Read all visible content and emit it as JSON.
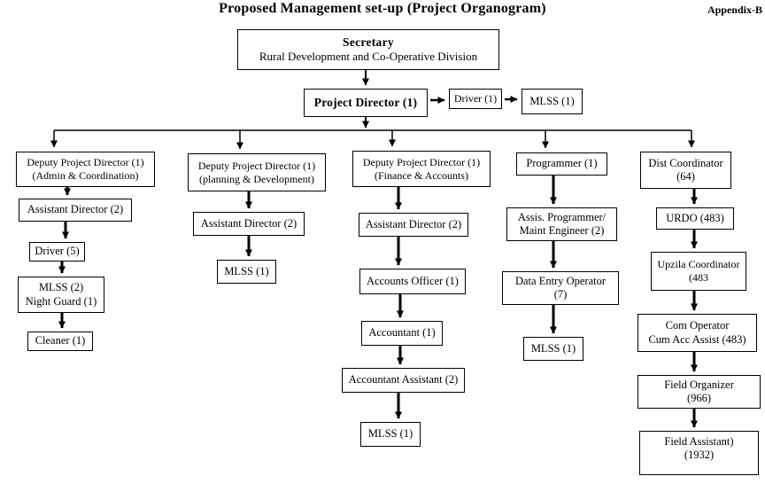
{
  "title": "Proposed Management set-up (Project Organogram)",
  "appendix_label": "Appendix-B",
  "colors": {
    "background": "#ffffff",
    "line": "#000000",
    "box_border": "#000000",
    "text": "#000000"
  },
  "nodes": {
    "secretary": {
      "line1": "Secretary",
      "line2": "Rural Development and Co-Operative Division"
    },
    "project_director": {
      "label": "Project Director (1)"
    },
    "pd_driver": {
      "label": "Driver (1)"
    },
    "pd_mlss": {
      "label": "MLSS (1)"
    },
    "dpd_admin": {
      "line1": "Deputy Project Director (1)",
      "line2": "(Admin & Coordination)"
    },
    "ad_admin": {
      "label": "Assistant Director (2)"
    },
    "driver_admin": {
      "label": "Driver (5)"
    },
    "mlss_night_guard": {
      "line1": "MLSS (2)",
      "line2": "Night Guard (1)"
    },
    "cleaner": {
      "label": "Cleaner (1)"
    },
    "dpd_planning": {
      "line1": "Deputy Project Director (1)",
      "line2": "(planning & Development)"
    },
    "ad_planning": {
      "label": "Assistant Director (2)"
    },
    "mlss_planning": {
      "label": "MLSS (1)"
    },
    "dpd_finance": {
      "line1": "Deputy Project Director (1)",
      "line2": "(Finance & Accounts)"
    },
    "ad_finance": {
      "label": "Assistant Director (2)"
    },
    "accounts_officer": {
      "label": "Accounts Officer (1)"
    },
    "accountant": {
      "label": "Accountant (1)"
    },
    "accountant_assistant": {
      "label": "Accountant Assistant (2)"
    },
    "mlss_finance": {
      "label": "MLSS (1)"
    },
    "programmer": {
      "label": "Programmer (1)"
    },
    "assistant_programmer": {
      "line1": "Assis. Programmer/",
      "line2": "Maint Engineer (2)"
    },
    "data_entry_operator": {
      "line1": "Data Entry Operator",
      "line2": "(7)"
    },
    "mlss_programmer": {
      "label": "MLSS (1)"
    },
    "dist_coordinator": {
      "line1": "Dist Coordinator",
      "line2": "(64)"
    },
    "urdo": {
      "label": "URDO (483)"
    },
    "upzila_coordinator": {
      "line1": "Upzila Coordinator",
      "line2": "(483"
    },
    "com_operator": {
      "line1": "Com Operator",
      "line2": "Cum Acc Assist (483)"
    },
    "field_organizer": {
      "line1": "Field Organizer",
      "line2": "(966)"
    },
    "field_assistant": {
      "line1": "Field Assistant)",
      "line2": "(1932)"
    }
  }
}
